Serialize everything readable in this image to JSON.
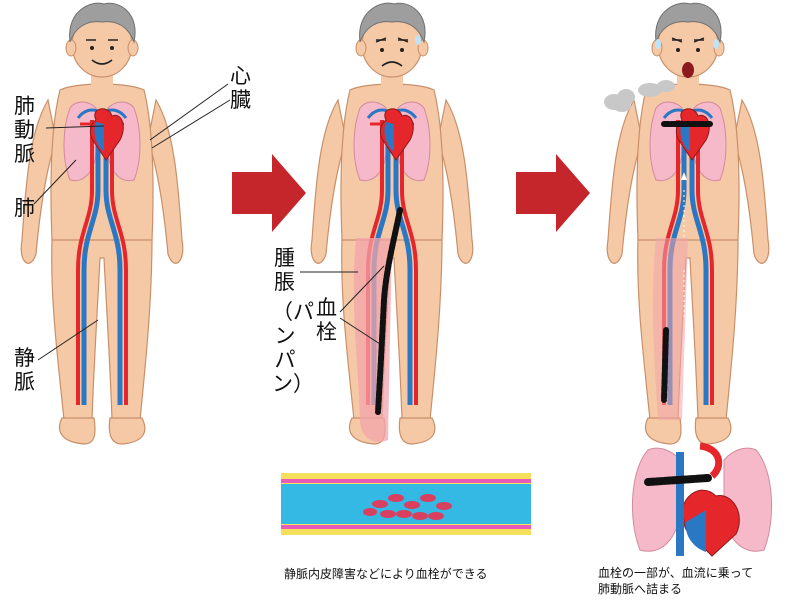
{
  "labels": {
    "heart": "心臓",
    "pulmonary_artery": "肺動脈",
    "lung": "肺",
    "vein": "静脈",
    "swelling": "腫脹",
    "swelling_note": "（パンパン）",
    "thrombus": "血栓"
  },
  "captions": {
    "thrombus_forms": "静脈内皮障害などにより血栓ができる",
    "embolism_line1": "血栓の一部が、血流に乗って",
    "embolism_line2": "肺動脈へ詰まる"
  },
  "colors": {
    "skin": "#f6c9a6",
    "skin_outline": "#c8906a",
    "hair": "#9e9e9e",
    "lung": "#f6b9c9",
    "artery": "#e5262a",
    "vein": "#2a77c4",
    "arrow": "#c4262b",
    "clot": "#111111",
    "swelling": "#f3a4ab",
    "vessel_wall": "#f6df5a",
    "vessel_lumen": "#34b8e4"
  }
}
